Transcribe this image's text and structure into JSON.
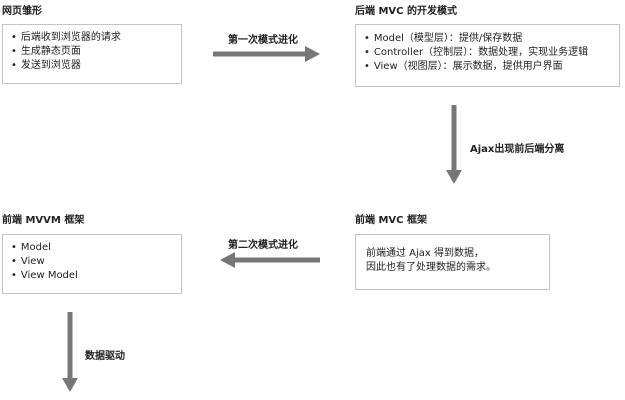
{
  "colors": {
    "arrow": "#777777",
    "border": "#c4c4c4",
    "text": "#222222"
  },
  "stages": {
    "prototype": {
      "title": "网页雏形",
      "items": [
        "后端收到浏览器的请求",
        "生成静态页面",
        "发送到浏览器"
      ]
    },
    "backend_mvc": {
      "title": "后端 MVC 的开发模式",
      "items": [
        "Model（模型层）：提供/保存数据",
        "Controller（控制层）：数据处理，实现业务逻辑",
        "View（视图层）：展示数据，提供用户界面"
      ]
    },
    "frontend_mvc": {
      "title": "前端 MVC 框架",
      "note": [
        "前端通过 Ajax 得到数据，",
        "因此也有了处理数据的需求。"
      ]
    },
    "frontend_mvvm": {
      "title": "前端 MVVM 框架",
      "items": [
        "Model",
        "View",
        "View Model"
      ]
    }
  },
  "transitions": {
    "first": "第一次模式进化",
    "ajax": "Ajax出现前后端分离",
    "second": "第二次模式进化",
    "data_driven": "数据驱动"
  }
}
